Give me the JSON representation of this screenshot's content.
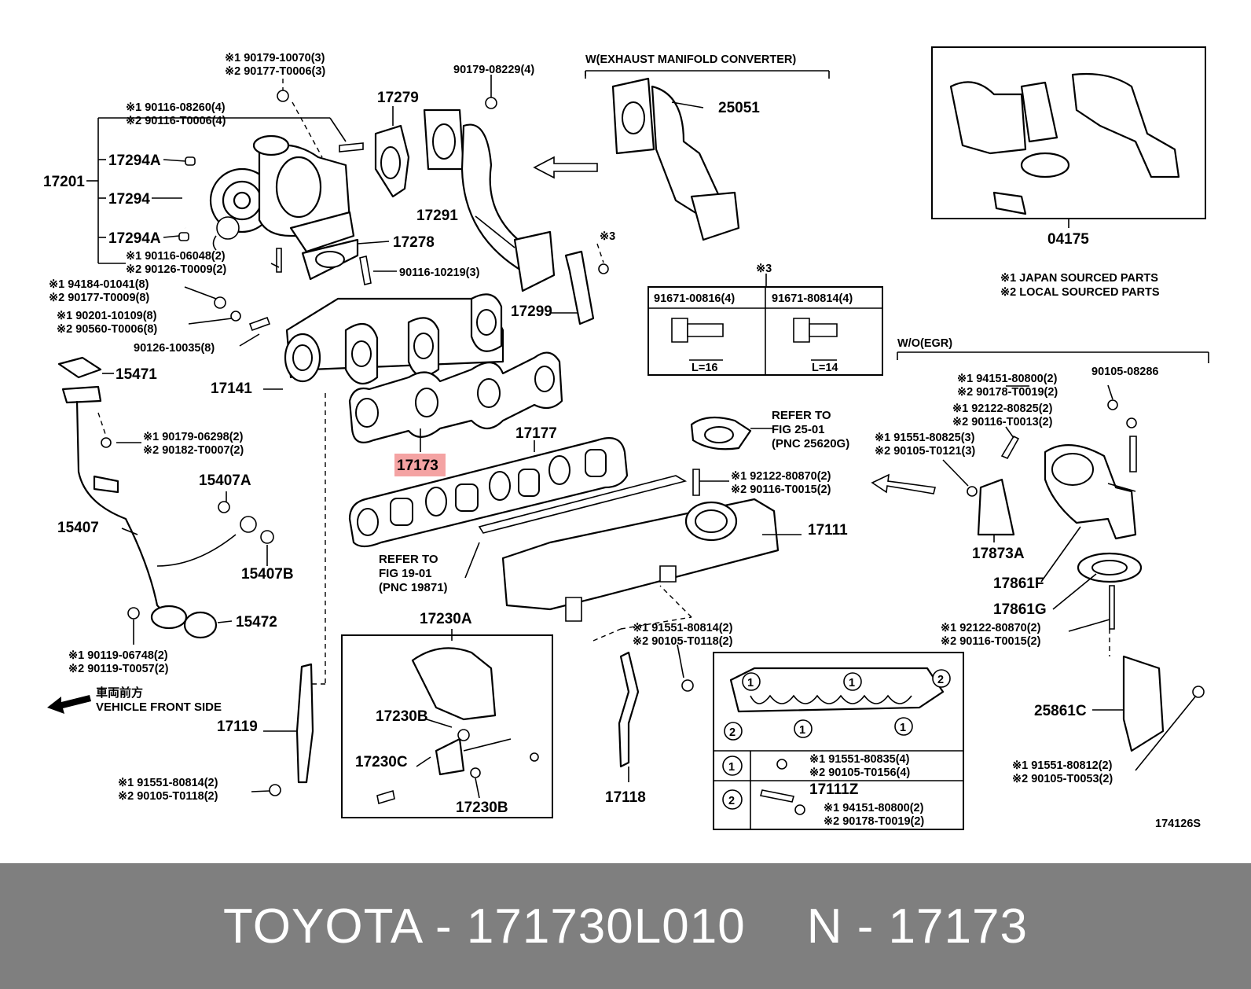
{
  "labels": {
    "l190179_10070": "※1 90179-10070(3)",
    "l290177_T0006": "※2 90177-T0006(3)",
    "l90179_08229": "90179-08229(4)",
    "lExhConv": "W(EXHAUST MANIFOLD CONVERTER)",
    "l25051": "25051",
    "l17279": "17279",
    "l190116_08260": "※1 90116-08260(4)",
    "l290116_T0006": "※2 90116-T0006(4)",
    "l17201": "17201",
    "l17294A_top": "17294A",
    "l17294": "17294",
    "l17294A_bot": "17294A",
    "l17291": "17291",
    "l17278": "17278",
    "l190116_06048": "※1 90116-06048(2)",
    "l290126_T0009": "※2 90126-T0009(2)",
    "l90116_10219": "90116-10219(3)",
    "l194184_01041": "※1 94184-01041(8)",
    "l290177_T0009": "※2 90177-T0009(8)",
    "l190201_10109": "※1 90201-10109(8)",
    "l290560_T0006": "※2 90560-T0006(8)",
    "l90126_10035": "90126-10035(8)",
    "l15471": "15471",
    "l17141": "17141",
    "l17299": "17299",
    "lStar3a": "※3",
    "lStar3b": "※3",
    "l04175": "04175",
    "lNote1": "※1 JAPAN SOURCED PARTS",
    "lNote2": "※2 LOCAL SOURCED PARTS",
    "lWoEgr": "W/O(EGR)",
    "l190179_06298": "※1 90179-06298(2)",
    "l290182_T0007": "※2 90182-T0007(2)",
    "l17173": "17173",
    "l17177": "17177",
    "lRefer25a": "REFER TO",
    "lRefer25b": "FIG 25-01",
    "lRefer25c": "(PNC 25620G)",
    "l194151_80800a": "※1 94151-80800(2)",
    "l290178_T0019a": "※2 90178-T0019(2)",
    "l90105_08286": "90105-08286",
    "l192122_80825": "※1 92122-80825(2)",
    "l290116_T0013": "※2 90116-T0013(2)",
    "l191551_80825": "※1 91551-80825(3)",
    "l290105_T0121": "※2 90105-T0121(3)",
    "l15407A": "15407A",
    "l15407": "15407",
    "l15407B": "15407B",
    "l192122_80870a": "※1 92122-80870(2)",
    "l290116_T0015a": "※2 90116-T0015(2)",
    "l17111": "17111",
    "l17873A": "17873A",
    "lRefer19a": "REFER TO",
    "lRefer19b": "FIG 19-01",
    "lRefer19c": "(PNC 19871)",
    "l17861F": "17861F",
    "l17861G": "17861G",
    "l15472": "15472",
    "l17230A": "17230A",
    "l191551_80814a": "※1 91551-80814(2)",
    "l290105_T0118a": "※2 90105-T0118(2)",
    "l192122_80870b": "※1 92122-80870(2)",
    "l290116_T0015b": "※2 90116-T0015(2)",
    "l190119_06748": "※1 90119-06748(2)",
    "l290119_T0057": "※2 90119-T0057(2)",
    "lFrontJp": "車両前方",
    "lFront": "VEHICLE FRONT SIDE",
    "l17119": "17119",
    "l17230B_top": "17230B",
    "l17230C": "17230C",
    "l17230B_bot": "17230B",
    "l17118": "17118",
    "l191551_80814b": "※1 91551-80814(2)",
    "l290105_T0118b": "※2 90105-T0118(2)",
    "l25861C": "25861C",
    "l191551_80812": "※1 91551-80812(2)",
    "l290105_T0053": "※2 90105-T0053(2)",
    "l17111Z": "17111Z",
    "lDiagramId": "174126S"
  },
  "bolt_table": {
    "col1_header": "91671-00816(4)",
    "col2_header": "91671-80814(4)",
    "col1_len": "L=16",
    "col2_len": "L=14"
  },
  "inset_table": {
    "row1_key": "1",
    "row1_a": "※1 91551-80835(4)",
    "row1_b": "※2 90105-T0156(4)",
    "row2_key": "2",
    "row2_a": "※1 94151-80800(2)",
    "row2_b": "※2 90178-T0019(2)",
    "callout_1": "1",
    "callout_2": "2"
  },
  "footer": {
    "brand_part": "TOYOTA - 171730L010",
    "pnc": "N - 17173"
  },
  "colors": {
    "highlight": "#f4a3a3",
    "footer_bg": "#7f7f7f"
  }
}
